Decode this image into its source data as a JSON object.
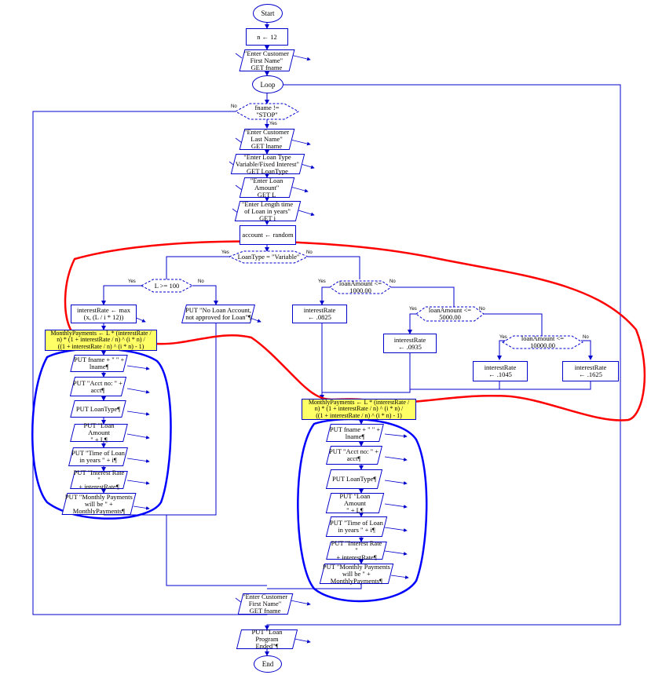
{
  "terminals": {
    "start": "Start",
    "loop": "Loop",
    "end": "End"
  },
  "flow": {
    "n_assign": "n ← 12",
    "get_first": "\"Enter Customer\nFirst Name\"\nGET fname",
    "cond_fname": "fname !=\n\"STOP\"",
    "get_last": "\"Enter Customer\nLast Name\"\nGET lname",
    "get_type": "\"Enter Loan Type\nVariable/Fixed Interest\"\nGET LoanType",
    "get_amount": "\"Enter Loan\nAmount\"\nGET L",
    "get_length": "\"Enter Length time\nof Loan in years\"\nGET i",
    "account": "account ← random",
    "cond_type": "LoanType = \"Variable\"",
    "get_first_end": "\"Enter Customer\nFirst Name\"\nGET fname",
    "put_end": "PUT \"Loan Program\nEnded\"¶"
  },
  "left_branch": {
    "cond_l": "L >= 100",
    "rate_max": "interestRate ← max\n(x, (L / i * 12))",
    "no_loan": "PUT \"No Loan Account,\nnot approved for Loan\"¶",
    "monthly": "MonthlyPayments ← L * (interestRate /\nn) * (1 + interestRate / n) ^ (i * n) /\n((1 + interestRate / n) ^ (i * n) - 1)",
    "puts": [
      "PUT fname + \" \" +\nlname¶",
      "PUT \"Acct no: \" +\nacct¶",
      "PUT LoanType¶",
      "PUT \"Loan Amount\n\" + L¶",
      "PUT \"Time of Loan\nin years \" + i¶",
      "PUT \"Interest Rate \"\n+ interestRate¶",
      "PUT \"Monthly Payments\nwill be \" +\nMonthlyPayments¶"
    ]
  },
  "right_branch": {
    "cond_1000": "loanAmount <=\n1000.00",
    "rate_0825": "interestRate\n← .0825",
    "cond_5000": "loanAmount <=\n5000.00",
    "rate_0935": "interestRate\n← .0935",
    "cond_10000": "loanAmount <=\n10000.00",
    "rate_1045": "interestRate\n← .1045",
    "rate_1625": "interestRate\n← .1625",
    "monthly": "MonthlyPayments ← L * (interestRate /\nn) * (1 + interestRate / n) ^ (i * n) /\n((1 + interestRate / n) ^ (i * n) - 1)",
    "puts": [
      "PUT fname + \" \" +\nlname¶",
      "PUT \"Acct no: \" +\nacct¶",
      "PUT LoanType¶",
      "PUT \"Loan Amount\n\" + L¶",
      "PUT \"Time of Loan\nin years \" + i¶",
      "PUT \"Interest Rate \"\n+ interestRate¶",
      "PUT \"Monthly Payments\nwill be \" +\nMonthlyPayments¶"
    ]
  },
  "labels": {
    "yes": "Yes",
    "no": "No"
  },
  "colors": {
    "shape_border": "#0000cc",
    "highlight": "#ffff66",
    "red_annotation": "#ff0000",
    "blue_annotation": "#0000ff"
  }
}
